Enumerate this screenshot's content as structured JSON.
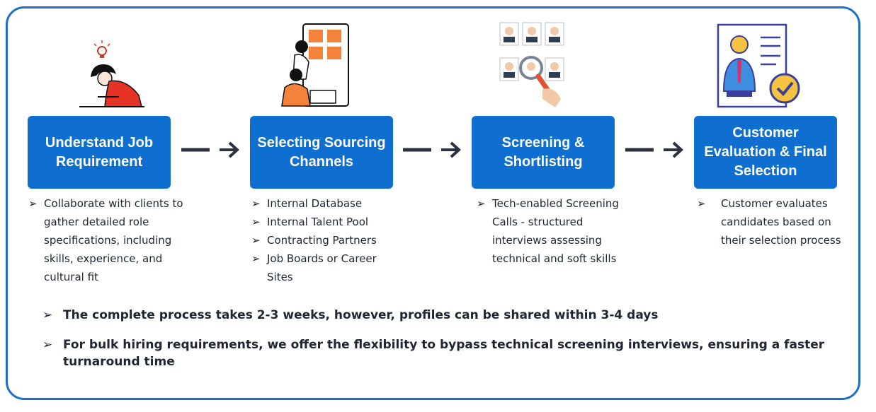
{
  "steps": [
    {
      "title": "Understand Job Requirement",
      "bullets": [
        "Collaborate with clients to gather detailed role specifications, including skills, experience, and cultural fit"
      ]
    },
    {
      "title": "Selecting Sourcing Channels",
      "bullets": [
        "Internal Database",
        "Internal Talent Pool",
        "Contracting Partners",
        "Job Boards or Career Sites"
      ]
    },
    {
      "title": "Screening & Shortlisting",
      "bullets": [
        "Tech-enabled Screening Calls - structured interviews assessing technical and soft skills"
      ]
    },
    {
      "title": "Customer Evaluation & Final Selection",
      "bullets": [
        "Customer evaluates candidates based on their selection process"
      ]
    }
  ],
  "notes": [
    "The complete process takes 2-3 weeks, however, profiles can be shared within 3-4 days",
    "For bulk hiring requirements, we offer the flexibility to bypass technical screening interviews, ensuring a faster turnaround time"
  ],
  "bullet_glyph": "➢",
  "colors": {
    "accent": "#0e6fd0",
    "frame": "#1f6fc9",
    "text": "#1f2533",
    "highlight": "#f5823a"
  },
  "icons": [
    "person-thinking-icon",
    "team-puzzle-board-icon",
    "candidate-search-icon",
    "candidate-profile-check-icon",
    "arrow-right-icon"
  ]
}
